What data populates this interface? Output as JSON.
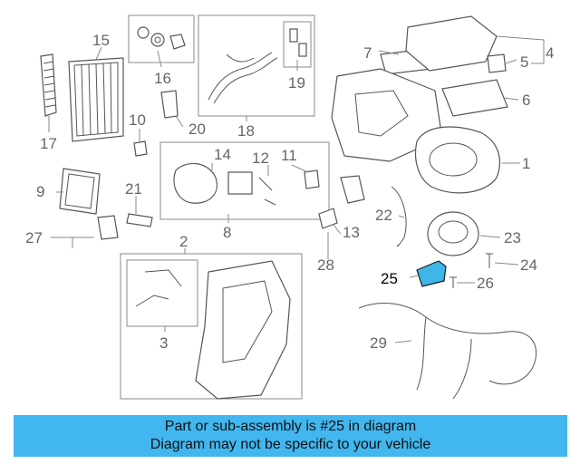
{
  "callouts": [
    {
      "id": "1",
      "label": "1"
    },
    {
      "id": "2",
      "label": "2"
    },
    {
      "id": "3",
      "label": "3"
    },
    {
      "id": "4",
      "label": "4"
    },
    {
      "id": "5",
      "label": "5"
    },
    {
      "id": "6",
      "label": "6"
    },
    {
      "id": "7",
      "label": "7"
    },
    {
      "id": "8",
      "label": "8"
    },
    {
      "id": "9",
      "label": "9"
    },
    {
      "id": "10",
      "label": "10"
    },
    {
      "id": "11",
      "label": "11"
    },
    {
      "id": "12",
      "label": "12"
    },
    {
      "id": "13",
      "label": "13"
    },
    {
      "id": "14",
      "label": "14"
    },
    {
      "id": "15",
      "label": "15"
    },
    {
      "id": "16",
      "label": "16"
    },
    {
      "id": "17",
      "label": "17"
    },
    {
      "id": "18",
      "label": "18"
    },
    {
      "id": "19",
      "label": "19"
    },
    {
      "id": "20",
      "label": "20"
    },
    {
      "id": "21",
      "label": "21"
    },
    {
      "id": "22",
      "label": "22"
    },
    {
      "id": "23",
      "label": "23"
    },
    {
      "id": "24",
      "label": "24"
    },
    {
      "id": "25",
      "label": "25"
    },
    {
      "id": "26",
      "label": "26"
    },
    {
      "id": "27",
      "label": "27"
    },
    {
      "id": "28",
      "label": "28"
    },
    {
      "id": "29",
      "label": "29"
    }
  ],
  "highlighted_part": "25",
  "highlight_color": "#3fb6e8",
  "banner": {
    "line1": "Part or sub-assembly is #25 in diagram",
    "line2": "Diagram may not be specific to your vehicle",
    "color": "#42b6ee"
  }
}
